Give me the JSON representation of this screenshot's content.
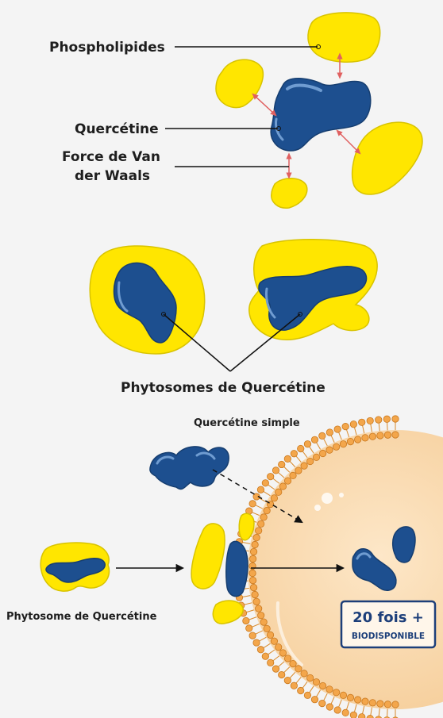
{
  "labels": {
    "phospholipides": "Phospholipides",
    "quercetine": "Quercétine",
    "force_line1": "Force de Van",
    "force_line2": "der Waals",
    "phytosomes": "Phytosomes de Quercétine",
    "quercetine_simple": "Quercétine simple",
    "phytosome_single": "Phytosome de Quercétine"
  },
  "badge": {
    "line1": "20 fois +",
    "line2": "BIODISPONIBLE"
  },
  "colors": {
    "background": "#f4f4f4",
    "lipid_yellow": "#ffe600",
    "lipid_outline": "#d8c300",
    "molecule_blue": "#1d4f8f",
    "molecule_highlight": "#6f9cd1",
    "force_arrow": "#e06060",
    "cell_fill": "#f9d9b0",
    "membrane_head": "#f3a64b",
    "badge_border": "#1d3f7a"
  }
}
